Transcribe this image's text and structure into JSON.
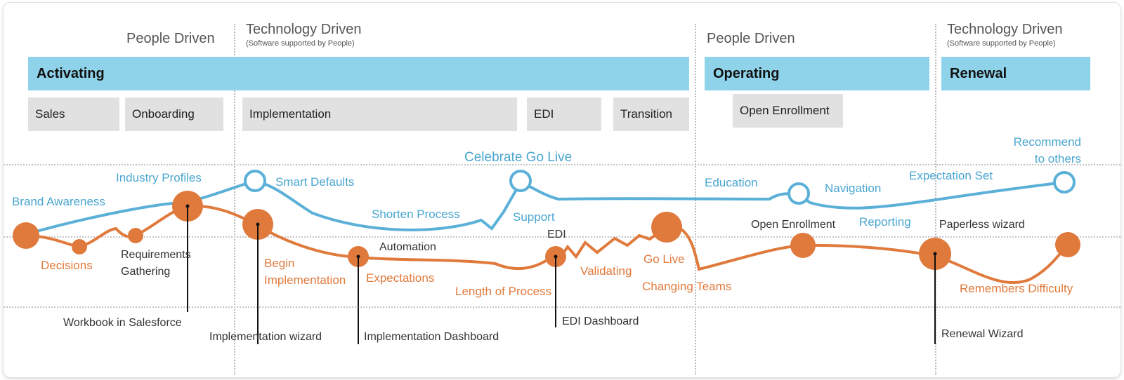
{
  "zones": [
    {
      "title": "People Driven",
      "subtitle": ""
    },
    {
      "title": "Technology Driven",
      "subtitle": "(Software supported by People)"
    },
    {
      "title": "People Driven",
      "subtitle": ""
    },
    {
      "title": "Technology Driven",
      "subtitle": "(Software supported by People)"
    }
  ],
  "phases": [
    "Activating",
    "Operating",
    "Renewal"
  ],
  "stages": [
    "Sales",
    "Onboarding",
    "Implementation",
    "EDI",
    "Transition",
    "Open Enrollment"
  ],
  "technology_labels": [
    "Brand Awareness",
    "Industry Profiles",
    "Smart Defaults",
    "Shorten Process",
    "Celebrate Go Live",
    "Support",
    "Education",
    "Navigation",
    "Reporting",
    "Expectation Set",
    "Recommend\nto others"
  ],
  "people_labels": [
    "Decisions",
    "Begin\nImplementation",
    "Expectations",
    "Length of Process",
    "Validating",
    "Go Live",
    "Changing Teams",
    "Remembers Difficulty"
  ],
  "neutral_labels": [
    "Requirements\nGathering",
    "Automation",
    "EDI",
    "Open Enrollment",
    "Paperless wizard"
  ],
  "tool_labels": [
    "Workbook in Salesforce",
    "Implementation wizard",
    "Implementation Dashboard",
    "EDI Dashboard",
    "Renewal Wizard"
  ],
  "colors": {
    "technology": "#5bb0d8",
    "people": "#e07a3c",
    "phase_fill": "#8fd3ea",
    "stage_fill": "#e1e1e1"
  }
}
